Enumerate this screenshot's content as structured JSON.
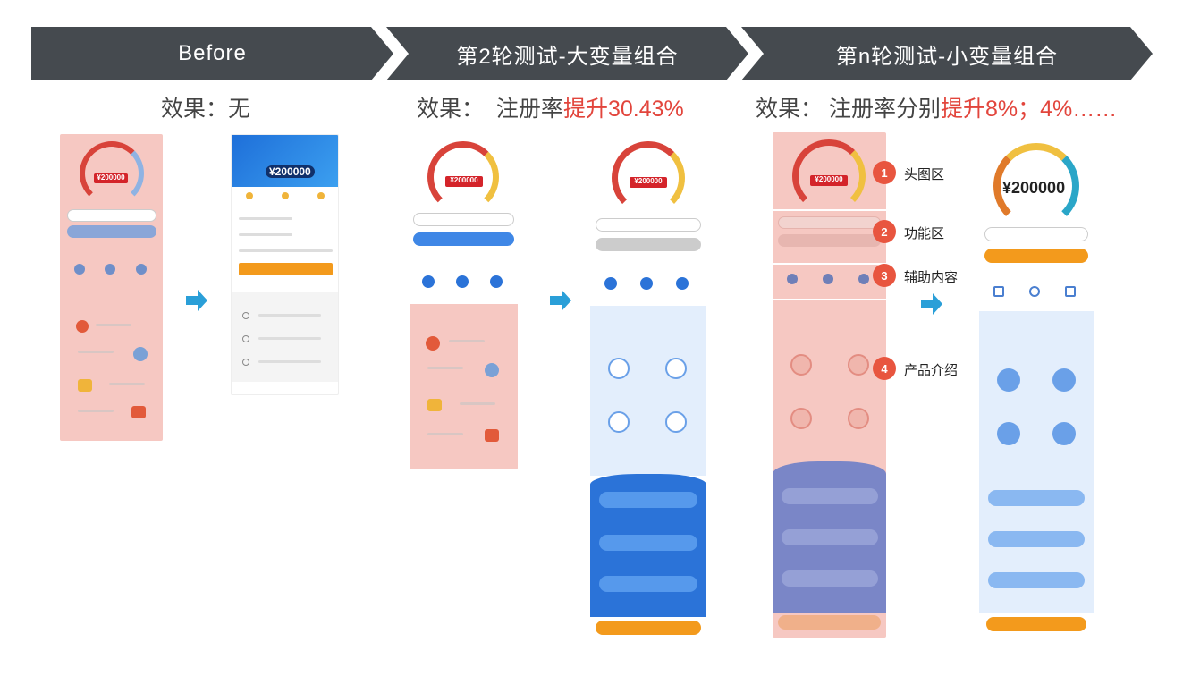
{
  "banners": {
    "before": "Before",
    "round2": "第2轮测试-大变量组合",
    "roundn": "第n轮测试-小变量组合"
  },
  "effects": {
    "before": {
      "prefix": "效果：",
      "text": "无",
      "highlight": ""
    },
    "round2": {
      "prefix": "效果：",
      "text": "注册率",
      "highlight": "提升30.43%"
    },
    "roundn": {
      "prefix": "效果：",
      "text": "注册率分别",
      "highlight": "提升8%；4%……"
    }
  },
  "phones": {
    "amount_small": "¥200000",
    "amount_large": "¥200000",
    "amount_header": "¥200000"
  },
  "annotations": [
    {
      "num": "1",
      "label": "头图区"
    },
    {
      "num": "2",
      "label": "功能区"
    },
    {
      "num": "3",
      "label": "辅助内容"
    },
    {
      "num": "4",
      "label": "产品介绍"
    }
  ],
  "colors": {
    "banner": "#454a4f",
    "highlight": "#e2453c",
    "arrow": "#2a9fd8",
    "pink_overlay": "#f6c8c2",
    "blue_section": "#2b73d8",
    "orange_button": "#f39a1c"
  }
}
